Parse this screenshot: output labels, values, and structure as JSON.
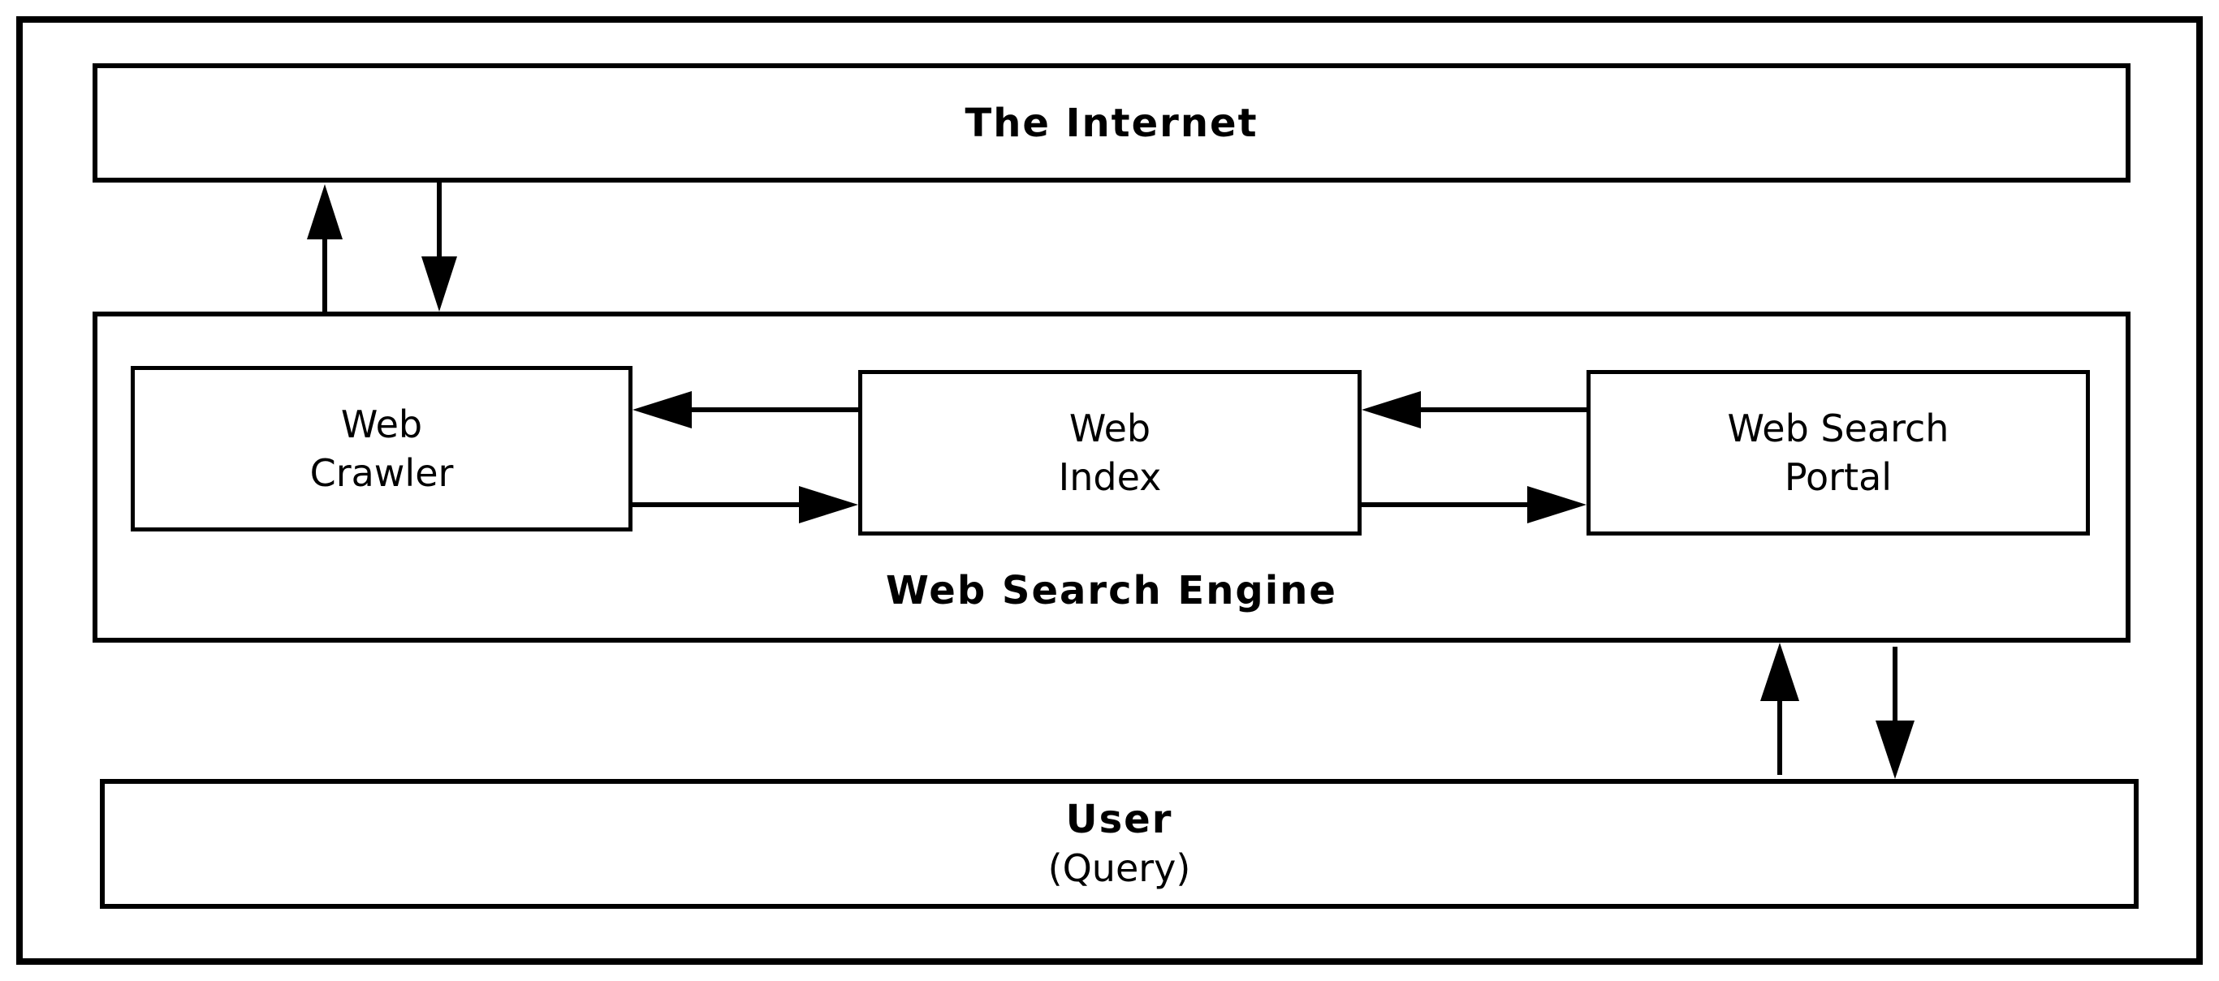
{
  "internet": {
    "label": "The Internet"
  },
  "engine": {
    "label": "Web Search Engine",
    "crawler": {
      "line1": "Web",
      "line2": "Crawler"
    },
    "index": {
      "line1": "Web",
      "line2": "Index"
    },
    "portal": {
      "line1": "Web Search",
      "line2": "Portal"
    }
  },
  "user": {
    "label": "User",
    "sub": "(Query)"
  }
}
